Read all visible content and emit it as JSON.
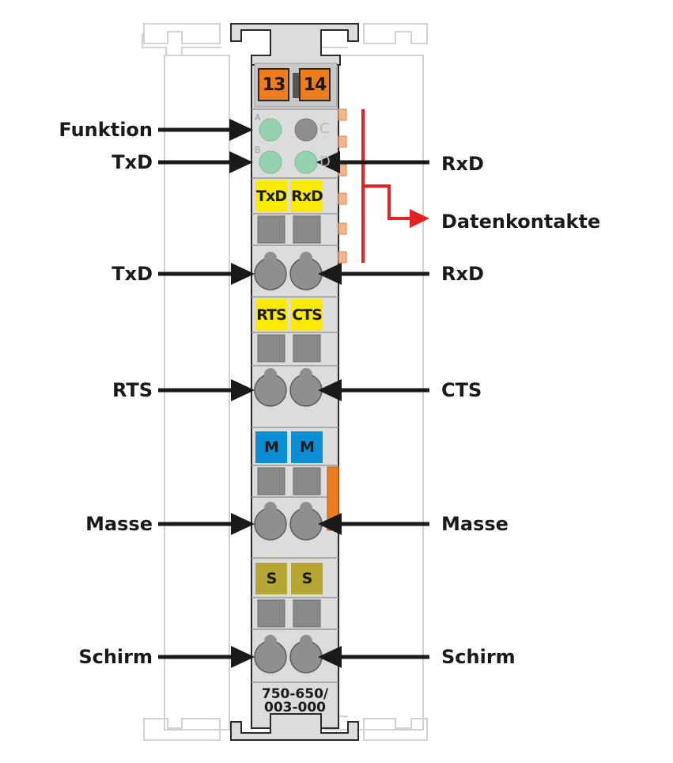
{
  "module": {
    "part_number_line1": "750-650/",
    "part_number_line2": "003-000",
    "top_connector": [
      "13",
      "14"
    ]
  },
  "leds": {
    "row_a_letter": "A",
    "row_b_letter": "B",
    "col_c_letter": "C",
    "col_d_letter": "D"
  },
  "slot_tags": {
    "txd": "TxD",
    "rxd": "RxD",
    "rts": "RTS",
    "cts": "CTS",
    "m_left": "M",
    "m_right": "M",
    "s_left": "S",
    "s_right": "S"
  },
  "labels_left": {
    "funktion": "Funktion",
    "txd_led": "TxD",
    "txd_terminal": "TxD",
    "rts": "RTS",
    "masse": "Masse",
    "schirm": "Schirm"
  },
  "labels_right": {
    "rxd_led": "RxD",
    "datenkontakte": "Datenkontakte",
    "rxd_terminal": "RxD",
    "cts": "CTS",
    "masse": "Masse",
    "schirm": "Schirm"
  },
  "colors": {
    "housing": "#dcdcdc",
    "led_green": "#94d2b0",
    "led_gray": "#8f8f8f",
    "arrow_black": "#1a1a1a",
    "arrow_red": "#e42321",
    "tag_yellow": "#fcea06",
    "tag_blue": "#0b8ed3",
    "tag_olive": "#b5a632",
    "tag_orange": "#ef7d1e"
  }
}
